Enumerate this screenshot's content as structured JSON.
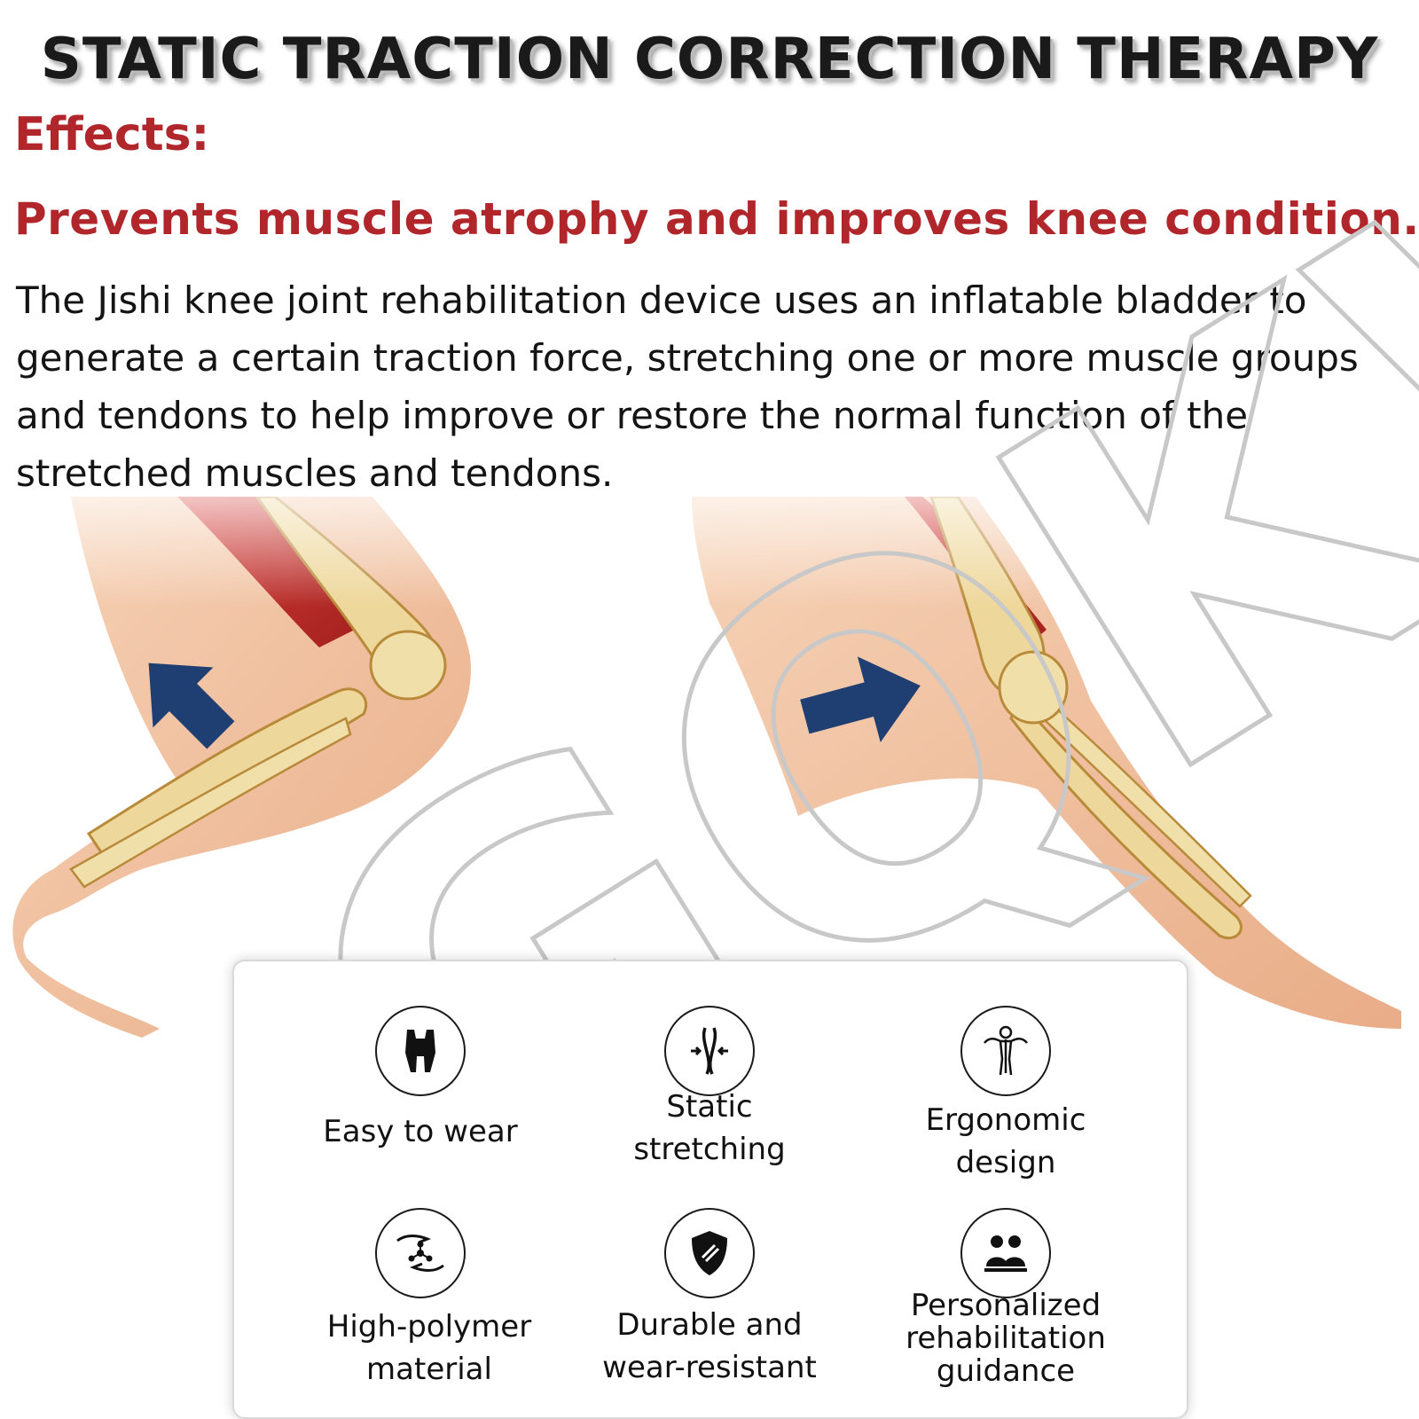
{
  "title": "STATIC TRACTION CORRECTION THERAPY",
  "effects_label": "Effects:",
  "subheading": "Prevents muscle atrophy and improves knee condition.",
  "body": "The Jishi knee joint rehabilitation device uses an inflatable bladder to\ngenerate a certain traction force, stretching one or more muscle groups\nand tendons to help improve or restore the normal function of the\nstretched muscles and tendons.",
  "watermark": "GQKWQ",
  "colors": {
    "heading": "#b0262a",
    "arrow": "#1f3f73",
    "skin": "#f2c3a1",
    "muscle": "#c9302c",
    "bone": "#eed79a"
  },
  "features": [
    {
      "label": "Easy to wear",
      "icon": "brace-icon"
    },
    {
      "label": "Static\nstretching",
      "icon": "stretch-icon"
    },
    {
      "label": "Ergonomic design",
      "icon": "body-icon"
    },
    {
      "label": "High-polymer\nmaterial",
      "icon": "molecule-hands-icon"
    },
    {
      "label": "Durable and\nwear-resistant",
      "icon": "shield-icon"
    },
    {
      "label": "Personalized\nrehabilitation\nguidance",
      "icon": "people-icon"
    }
  ]
}
